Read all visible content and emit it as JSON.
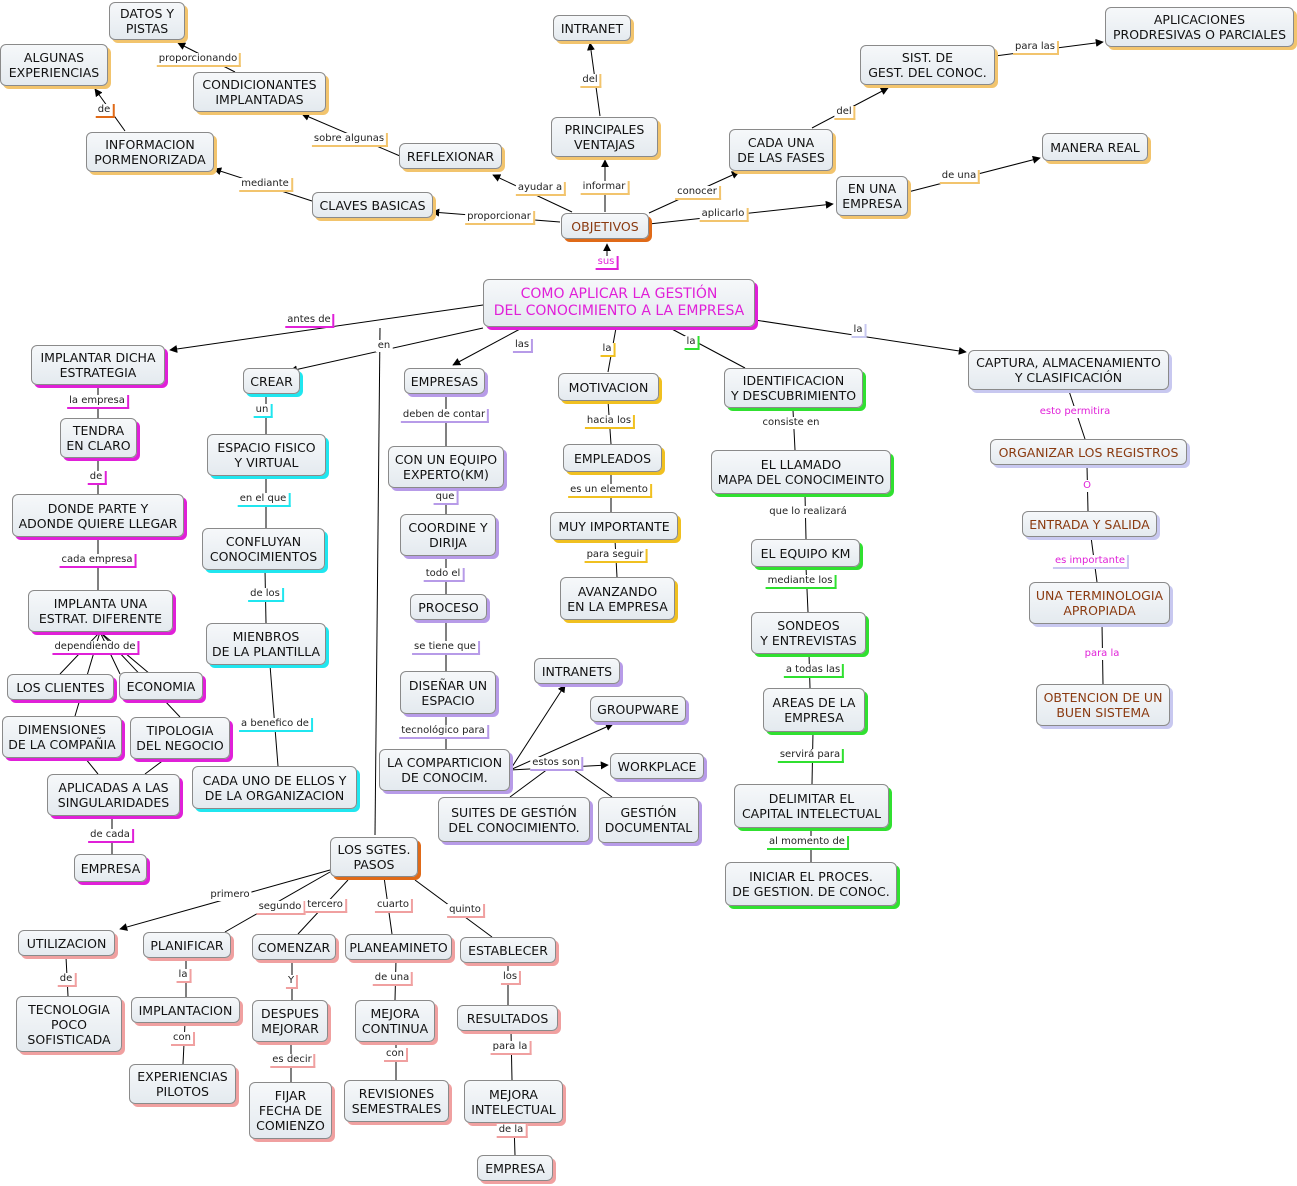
{
  "colors": {
    "yellow": "#f2c46d",
    "magenta": "#e020d8",
    "cyan": "#20e6ef",
    "purple": "#b79be8",
    "gold": "#f0c020",
    "green": "#30e030",
    "lavender": "#c8c8f0",
    "salmon": "#f0a0a0",
    "orange": "#e06a18",
    "brown_text": "#8a3a10",
    "magenta_text": "#e020d8"
  },
  "concepts": [
    {
      "id": "n_datos",
      "text": "DATOS Y\nPISTAS",
      "shadow": "yellow"
    },
    {
      "id": "n_intranet",
      "text": "INTRANET",
      "shadow": "yellow"
    },
    {
      "id": "n_aplicaciones",
      "text": "APLICACIONES\nPRODRESIVAS O PARCIALES",
      "shadow": "yellow"
    },
    {
      "id": "n_algunas",
      "text": "ALGUNAS\nEXPERIENCIAS",
      "shadow": "yellow"
    },
    {
      "id": "n_sist",
      "text": "SIST. DE\nGEST. DEL CONOC.",
      "shadow": "yellow"
    },
    {
      "id": "n_condicionantes",
      "text": "CONDICIONANTES\nIMPLANTADAS",
      "shadow": "yellow"
    },
    {
      "id": "n_principales",
      "text": "PRINCIPALES\nVENTAJAS",
      "shadow": "yellow"
    },
    {
      "id": "n_info",
      "text": "INFORMACION\nPORMENORIZADA",
      "shadow": "yellow"
    },
    {
      "id": "n_reflexionar",
      "text": "REFLEXIONAR",
      "shadow": "yellow"
    },
    {
      "id": "n_cada_fases",
      "text": "CADA UNA\nDE LAS FASES",
      "shadow": "yellow"
    },
    {
      "id": "n_manera",
      "text": "MANERA REAL",
      "shadow": "yellow"
    },
    {
      "id": "n_en_empresa",
      "text": "EN UNA\nEMPRESA",
      "shadow": "yellow"
    },
    {
      "id": "n_claves",
      "text": "CLAVES BASICAS",
      "shadow": "yellow"
    },
    {
      "id": "n_objetivos",
      "text": "OBJETIVOS",
      "shadow": "orange",
      "text_color": "brown_text"
    },
    {
      "id": "n_main",
      "text": "COMO APLICAR LA GESTIÓN\nDEL CONOCIMIENTO A LA EMPRESA",
      "shadow": "magenta",
      "text_color": "magenta_text"
    },
    {
      "id": "n_implantar",
      "text": "IMPLANTAR DICHA\nESTRATEGIA",
      "shadow": "magenta"
    },
    {
      "id": "n_tendra",
      "text": "TENDRA\nEN CLARO",
      "shadow": "magenta"
    },
    {
      "id": "n_donde",
      "text": "DONDE PARTE Y\nADONDE QUIERE LLEGAR",
      "shadow": "magenta"
    },
    {
      "id": "n_implanta_una",
      "text": "IMPLANTA UNA\nESTRAT. DIFERENTE",
      "shadow": "magenta"
    },
    {
      "id": "n_clientes",
      "text": "LOS CLIENTES",
      "shadow": "magenta"
    },
    {
      "id": "n_economia",
      "text": "ECONOMIA",
      "shadow": "magenta"
    },
    {
      "id": "n_dimensiones",
      "text": "DIMENSIONES\nDE LA COMPAÑIA",
      "shadow": "magenta"
    },
    {
      "id": "n_tipologia",
      "text": "TIPOLOGIA\nDEL NEGOCIO",
      "shadow": "magenta"
    },
    {
      "id": "n_aplicadas",
      "text": "APLICADAS A LAS\nSINGULARIDADES",
      "shadow": "magenta"
    },
    {
      "id": "n_empresa_mag",
      "text": "EMPRESA",
      "shadow": "magenta"
    },
    {
      "id": "n_crear",
      "text": "CREAR",
      "shadow": "cyan"
    },
    {
      "id": "n_espacio",
      "text": "ESPACIO FISICO\nY VIRTUAL",
      "shadow": "cyan"
    },
    {
      "id": "n_confluyan",
      "text": "CONFLUYAN\nCONOCIMIENTOS",
      "shadow": "cyan"
    },
    {
      "id": "n_mienbros",
      "text": "MIENBROS\nDE LA PLANTILLA",
      "shadow": "cyan"
    },
    {
      "id": "n_cada_uno",
      "text": "CADA UNO DE ELLOS Y\nDE LA ORGANIZACION",
      "shadow": "cyan"
    },
    {
      "id": "n_empresas",
      "text": "EMPRESAS",
      "shadow": "purple"
    },
    {
      "id": "n_equipo_exp",
      "text": "CON UN EQUIPO\nEXPERTO(KM)",
      "shadow": "purple"
    },
    {
      "id": "n_coordine",
      "text": "COORDINE Y\nDIRIJA",
      "shadow": "purple"
    },
    {
      "id": "n_proceso",
      "text": "PROCESO",
      "shadow": "purple"
    },
    {
      "id": "n_disenar",
      "text": "DISEÑAR UN\nESPACIO",
      "shadow": "purple"
    },
    {
      "id": "n_comparticion",
      "text": "LA COMPARTICION\nDE CONOCIM.",
      "shadow": "purple"
    },
    {
      "id": "n_intranets",
      "text": "INTRANETS",
      "shadow": "purple"
    },
    {
      "id": "n_groupware",
      "text": "GROUPWARE",
      "shadow": "purple"
    },
    {
      "id": "n_workplace",
      "text": "WORKPLACE",
      "shadow": "purple"
    },
    {
      "id": "n_suites",
      "text": "SUITES DE GESTIÓN\nDEL CONOCIMIENTO.",
      "shadow": "purple"
    },
    {
      "id": "n_gestion_doc",
      "text": "GESTIÓN\nDOCUMENTAL",
      "shadow": "purple"
    },
    {
      "id": "n_motivacion",
      "text": "MOTIVACION",
      "shadow": "gold"
    },
    {
      "id": "n_empleados",
      "text": "EMPLEADOS",
      "shadow": "gold"
    },
    {
      "id": "n_muy_imp",
      "text": "MUY IMPORTANTE",
      "shadow": "gold"
    },
    {
      "id": "n_avanzando",
      "text": "AVANZANDO\nEN LA EMPRESA",
      "shadow": "gold"
    },
    {
      "id": "n_identificacion",
      "text": "IDENTIFICACION\nY DESCUBRIMIENTO",
      "shadow": "green"
    },
    {
      "id": "n_mapa",
      "text": "EL LLAMADO\nMAPA DEL CONOCIMEINTO",
      "shadow": "green"
    },
    {
      "id": "n_equipo_km",
      "text": "EL EQUIPO KM",
      "shadow": "green"
    },
    {
      "id": "n_sondeos",
      "text": "SONDEOS\nY ENTREVISTAS",
      "shadow": "green"
    },
    {
      "id": "n_areas",
      "text": "AREAS DE LA\nEMPRESA",
      "shadow": "green"
    },
    {
      "id": "n_delimitar",
      "text": "DELIMITAR EL\nCAPITAL INTELECTUAL",
      "shadow": "green"
    },
    {
      "id": "n_iniciar",
      "text": "INICIAR EL PROCES.\nDE GESTION. DE CONOC.",
      "shadow": "green"
    },
    {
      "id": "n_captura",
      "text": "CAPTURA, ALMACENAMIENTO\nY CLASIFICACIÓN",
      "shadow": "lavender"
    },
    {
      "id": "n_organizar",
      "text": "ORGANIZAR LOS REGISTROS",
      "shadow": "lavender",
      "text_color": "brown_text"
    },
    {
      "id": "n_entrada",
      "text": "ENTRADA Y SALIDA",
      "shadow": "lavender",
      "text_color": "brown_text"
    },
    {
      "id": "n_terminologia",
      "text": "UNA TERMINOLOGIA\nAPROPIADA",
      "shadow": "lavender",
      "text_color": "brown_text"
    },
    {
      "id": "n_obtencion",
      "text": "OBTENCION DE UN\nBUEN SISTEMA",
      "shadow": "lavender",
      "text_color": "brown_text"
    },
    {
      "id": "n_pasos",
      "text": "LOS SGTES.\nPASOS",
      "shadow": "orange"
    },
    {
      "id": "n_utilizacion",
      "text": "UTILIZACION",
      "shadow": "salmon"
    },
    {
      "id": "n_planificar",
      "text": "PLANIFICAR",
      "shadow": "salmon"
    },
    {
      "id": "n_comenzar",
      "text": "COMENZAR",
      "shadow": "salmon"
    },
    {
      "id": "n_planeamiento",
      "text": "PLANEAMINETO",
      "shadow": "salmon"
    },
    {
      "id": "n_establecer",
      "text": "ESTABLECER",
      "shadow": "salmon"
    },
    {
      "id": "n_tecnologia",
      "text": "TECNOLOGIA\nPOCO\nSOFISTICADA",
      "shadow": "salmon"
    },
    {
      "id": "n_implantacion",
      "text": "IMPLANTACION",
      "shadow": "salmon"
    },
    {
      "id": "n_despues",
      "text": "DESPUES\nMEJORAR",
      "shadow": "salmon"
    },
    {
      "id": "n_mejora_cont",
      "text": "MEJORA\nCONTINUA",
      "shadow": "salmon"
    },
    {
      "id": "n_resultados",
      "text": "RESULTADOS",
      "shadow": "salmon"
    },
    {
      "id": "n_experiencias",
      "text": "EXPERIENCIAS\nPILOTOS",
      "shadow": "salmon"
    },
    {
      "id": "n_fijar",
      "text": "FIJAR\nFECHA DE\nCOMIENZO",
      "shadow": "salmon"
    },
    {
      "id": "n_revisiones",
      "text": "REVISIONES\nSEMESTRALES",
      "shadow": "salmon"
    },
    {
      "id": "n_mejora_int",
      "text": "MEJORA\nINTELECTUAL",
      "shadow": "salmon"
    },
    {
      "id": "n_empresa_sal",
      "text": "EMPRESA",
      "shadow": "salmon"
    }
  ],
  "links": [
    {
      "id": "l_sus",
      "text": "sus",
      "color": "magenta",
      "text_color": "magenta_text"
    },
    {
      "id": "l_proporcionar",
      "text": "proporcionar",
      "color": "yellow"
    },
    {
      "id": "l_ayudar",
      "text": "ayudar a",
      "color": "yellow"
    },
    {
      "id": "l_informar",
      "text": "informar",
      "color": "yellow"
    },
    {
      "id": "l_conocer",
      "text": "conocer",
      "color": "yellow"
    },
    {
      "id": "l_aplicarlo",
      "text": "aplicarlo",
      "color": "yellow"
    },
    {
      "id": "l_mediante",
      "text": "mediante",
      "color": "yellow"
    },
    {
      "id": "l_de_info",
      "text": "de",
      "color": "orange"
    },
    {
      "id": "l_sobre",
      "text": "sobre algunas",
      "color": "yellow"
    },
    {
      "id": "l_proporcionando",
      "text": "proporcionando",
      "color": "yellow"
    },
    {
      "id": "l_del_intranet",
      "text": "del",
      "color": "yellow"
    },
    {
      "id": "l_del_sist",
      "text": "del",
      "color": "yellow"
    },
    {
      "id": "l_para_las",
      "text": "para las",
      "color": "yellow"
    },
    {
      "id": "l_de_una_top",
      "text": "de una",
      "color": "yellow"
    },
    {
      "id": "l_antes",
      "text": "antes de",
      "color": "magenta"
    },
    {
      "id": "l_en",
      "text": "en",
      "color": "none"
    },
    {
      "id": "l_las",
      "text": "las",
      "color": "purple"
    },
    {
      "id": "l_la_mot",
      "text": "la",
      "color": "gold"
    },
    {
      "id": "l_la_ident",
      "text": "la",
      "color": "green"
    },
    {
      "id": "l_la_capt",
      "text": "la",
      "color": "lavender"
    },
    {
      "id": "l_la_empresa",
      "text": "la empresa",
      "color": "magenta"
    },
    {
      "id": "l_de_tendra",
      "text": "de",
      "color": "magenta"
    },
    {
      "id": "l_cada_empresa",
      "text": "cada empresa",
      "color": "magenta"
    },
    {
      "id": "l_dependiendo",
      "text": "dependiendo de",
      "color": "magenta"
    },
    {
      "id": "l_de_cada",
      "text": "de cada",
      "color": "magenta"
    },
    {
      "id": "l_un",
      "text": "un",
      "color": "cyan"
    },
    {
      "id": "l_en_el_que",
      "text": "en el que",
      "color": "cyan"
    },
    {
      "id": "l_de_los",
      "text": "de los",
      "color": "cyan"
    },
    {
      "id": "l_a_benefico",
      "text": "a benefico de",
      "color": "cyan"
    },
    {
      "id": "l_deben",
      "text": "deben de contar",
      "color": "purple"
    },
    {
      "id": "l_que",
      "text": "que",
      "color": "purple"
    },
    {
      "id": "l_todo_el",
      "text": "todo el",
      "color": "purple"
    },
    {
      "id": "l_se_tiene",
      "text": "se tiene que",
      "color": "purple"
    },
    {
      "id": "l_tecnologico",
      "text": "tecnológico para",
      "color": "purple"
    },
    {
      "id": "l_estos_son",
      "text": "estos son",
      "color": "purple"
    },
    {
      "id": "l_hacia",
      "text": "hacia los",
      "color": "gold"
    },
    {
      "id": "l_es_elemento",
      "text": "es un elemento",
      "color": "gold"
    },
    {
      "id": "l_para_seguir",
      "text": "para seguir",
      "color": "gold"
    },
    {
      "id": "l_consiste",
      "text": "consiste en",
      "color": "none"
    },
    {
      "id": "l_que_lo",
      "text": "que lo realizará",
      "color": "none"
    },
    {
      "id": "l_mediante_los",
      "text": "mediante los",
      "color": "green"
    },
    {
      "id": "l_a_todas",
      "text": "a todas las",
      "color": "green"
    },
    {
      "id": "l_servira",
      "text": "servirá para",
      "color": "green"
    },
    {
      "id": "l_al_momento",
      "text": "al momento de",
      "color": "green"
    },
    {
      "id": "l_esto_permitira",
      "text": "esto permitira",
      "color": "none",
      "text_color": "magenta_text"
    },
    {
      "id": "l_o",
      "text": "O",
      "color": "none",
      "text_color": "magenta_text"
    },
    {
      "id": "l_es_importante",
      "text": "es importante",
      "color": "lavender",
      "text_color": "magenta_text"
    },
    {
      "id": "l_para_la_capt",
      "text": "para la",
      "color": "none",
      "text_color": "magenta_text"
    },
    {
      "id": "l_primero",
      "text": "primero",
      "color": "none"
    },
    {
      "id": "l_segundo",
      "text": "segundo",
      "color": "salmon"
    },
    {
      "id": "l_tercero",
      "text": "tercero",
      "color": "salmon"
    },
    {
      "id": "l_cuarto",
      "text": "cuarto",
      "color": "salmon"
    },
    {
      "id": "l_quinto",
      "text": "quinto",
      "color": "salmon"
    },
    {
      "id": "l_de_util",
      "text": "de",
      "color": "salmon"
    },
    {
      "id": "l_la_plan",
      "text": "la",
      "color": "salmon"
    },
    {
      "id": "l_con_plan",
      "text": "con",
      "color": "salmon"
    },
    {
      "id": "l_y",
      "text": "Y",
      "color": "salmon"
    },
    {
      "id": "l_es_decir",
      "text": "es decir",
      "color": "salmon"
    },
    {
      "id": "l_de_una_plan",
      "text": "de una",
      "color": "salmon"
    },
    {
      "id": "l_con_plan2",
      "text": "con",
      "color": "salmon"
    },
    {
      "id": "l_los",
      "text": "los",
      "color": "salmon"
    },
    {
      "id": "l_para_la_est",
      "text": "para la",
      "color": "salmon"
    },
    {
      "id": "l_de_la",
      "text": "de la",
      "color": "salmon"
    }
  ]
}
